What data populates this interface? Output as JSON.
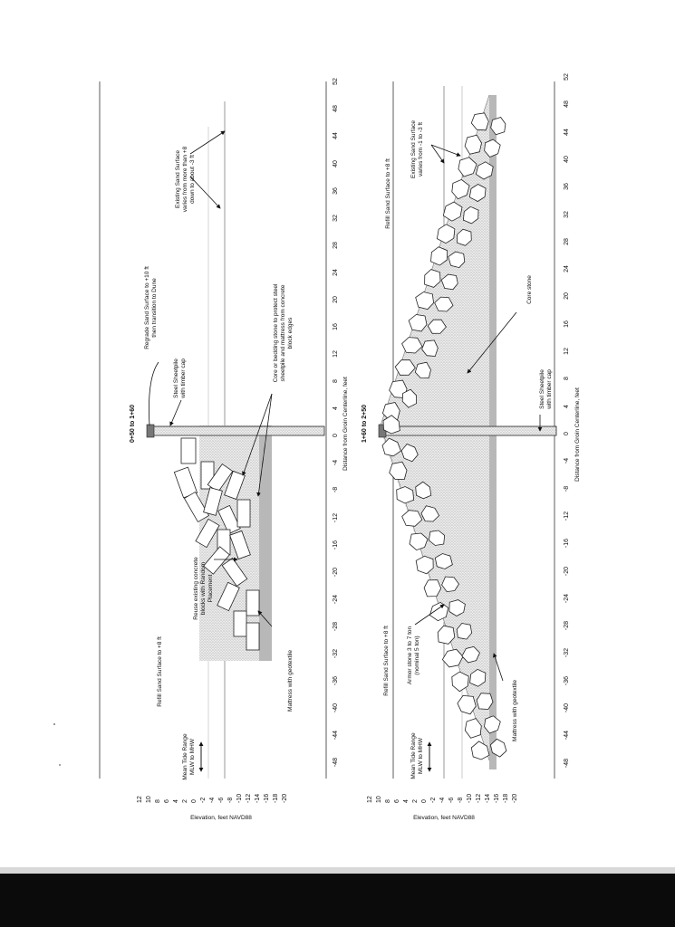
{
  "top_section": {
    "title": "0+50 to 1+60",
    "x_axis_label": "Distance from Groin Centerline, feet",
    "y_axis_label": "Elevation, feet NAVD88",
    "annotations": {
      "refill": "Refill Sand Surface to +8 ft",
      "tide_line1": "Mean Tide Range",
      "tide_line2": "MLW to MHW",
      "reuse_line1": "Reuse existing concrete",
      "reuse_line2": "blocks with Random",
      "reuse_line3": "Placement",
      "mattress": "Mattress with geotextile",
      "core_line1": "Core or bedding stone to protect steel",
      "core_line2": "sheetpile and mattress from concrete",
      "core_line3": "block edges",
      "sheetpile_line1": "Steel Sheetpile",
      "sheetpile_line2": "with timber cap",
      "regrade_line1": "Regrade Sand Surface to +10 ft",
      "regrade_line2": "then transition to Dune",
      "existing_line1": "Existing Sand Surface",
      "existing_line2": "varies from more than +8",
      "existing_line3": "down to about -3 ft"
    }
  },
  "bottom_section": {
    "title": "1+60 to 2+50",
    "x_axis_label": "Distance from Groin Centerline, feet",
    "y_axis_label": "Elevation, feet NAVD88",
    "annotations": {
      "refill_left": "Refill Sand Surface to +8 ft",
      "refill_right": "Refill Sand Surface to +8 ft",
      "tide_line1": "Mean Tide Range",
      "tide_line2": "MLW to MHW",
      "armor_line1": "Armor stone 3 to 7 ton",
      "armor_line2": "(nominal 5 ton)",
      "mattress": "Mattress with geotextile",
      "core": "Core stone",
      "sheetpile_line1": "Steel Sheetpile",
      "sheetpile_line2": "with timber cap",
      "existing_line1": "Existing Sand Surface",
      "existing_line2": "varies from -1 to -3 ft"
    }
  },
  "axes": {
    "x_ticks": [
      "-48",
      "-44",
      "-40",
      "-36",
      "-32",
      "-28",
      "-24",
      "-20",
      "-16",
      "-12",
      "-8",
      "-4",
      "0",
      "4",
      "8",
      "12",
      "16",
      "20",
      "24",
      "28",
      "32",
      "36",
      "40",
      "44",
      "48",
      "52"
    ],
    "x_first_label": "52",
    "y_ticks": [
      "12",
      "10",
      "8",
      "6",
      "4",
      "2",
      "0",
      "-2",
      "-4",
      "-6",
      "-8",
      "-10",
      "-12",
      "-14",
      "-16",
      "-18",
      "-20"
    ]
  },
  "colors": {
    "ink": "#111111",
    "sand_stipple": "#9a9a9a",
    "scan_bar": "#0b0b0b"
  }
}
